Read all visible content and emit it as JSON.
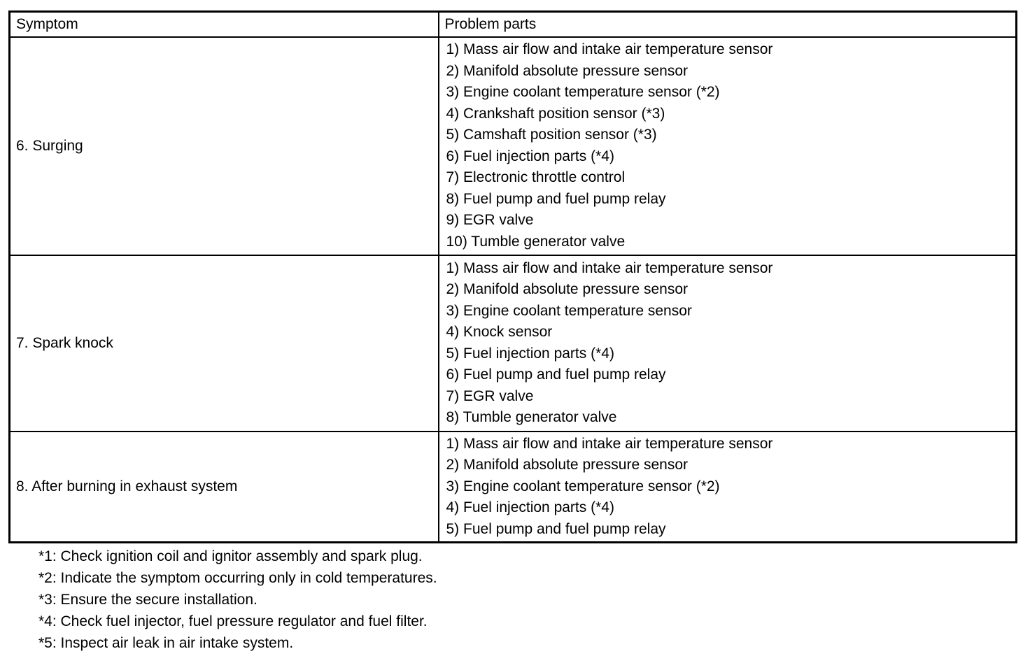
{
  "colors": {
    "background": "#ffffff",
    "text": "#000000",
    "border": "#000000"
  },
  "table": {
    "columns": [
      {
        "label": "Symptom"
      },
      {
        "label": "Problem parts"
      }
    ],
    "rows": [
      {
        "symptom": "6. Surging",
        "parts": [
          "1) Mass air flow and intake air temperature sensor",
          "2) Manifold absolute pressure sensor",
          "3) Engine coolant temperature sensor (*2)",
          "4) Crankshaft position sensor (*3)",
          "5) Camshaft position sensor (*3)",
          "6) Fuel injection parts (*4)",
          "7) Electronic throttle control",
          "8) Fuel pump and fuel pump relay",
          "9) EGR valve",
          "10) Tumble generator valve"
        ]
      },
      {
        "symptom": "7. Spark knock",
        "parts": [
          "1) Mass air flow and intake air temperature sensor",
          "2) Manifold absolute pressure sensor",
          "3) Engine coolant temperature sensor",
          "4) Knock sensor",
          "5) Fuel injection parts (*4)",
          "6) Fuel pump and fuel pump relay",
          "7) EGR valve",
          "8) Tumble generator valve"
        ]
      },
      {
        "symptom": "8. After burning in exhaust system",
        "parts": [
          "1) Mass air flow and intake air temperature sensor",
          "2) Manifold absolute pressure sensor",
          "3) Engine coolant temperature sensor (*2)",
          "4) Fuel injection parts (*4)",
          "5) Fuel pump and fuel pump relay"
        ]
      }
    ]
  },
  "footnotes": [
    "*1: Check ignition coil and ignitor assembly and spark plug.",
    "*2: Indicate the symptom occurring only in cold temperatures.",
    "*3: Ensure the secure installation.",
    "*4: Check fuel injector, fuel pressure regulator and fuel filter.",
    "*5: Inspect air leak in air intake system."
  ]
}
